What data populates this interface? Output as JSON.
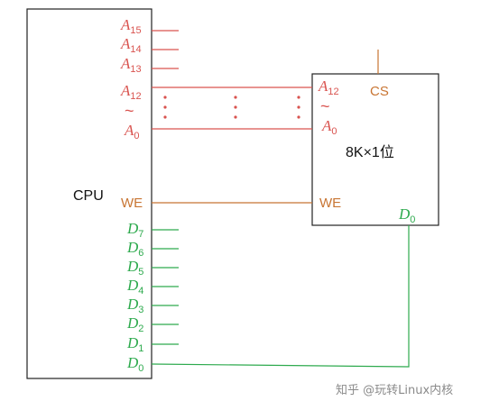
{
  "cpu": {
    "label": "CPU",
    "addr_high": [
      {
        "base": "A",
        "sub": "15"
      },
      {
        "base": "A",
        "sub": "14"
      },
      {
        "base": "A",
        "sub": "13"
      }
    ],
    "addr_range_top": {
      "base": "A",
      "sub": "12"
    },
    "addr_range_tilde": "~",
    "addr_range_bottom": {
      "base": "A",
      "sub": "0"
    },
    "we": "WE",
    "data_pins": [
      {
        "base": "D",
        "sub": "7"
      },
      {
        "base": "D",
        "sub": "6"
      },
      {
        "base": "D",
        "sub": "5"
      },
      {
        "base": "D",
        "sub": "4"
      },
      {
        "base": "D",
        "sub": "3"
      },
      {
        "base": "D",
        "sub": "2"
      },
      {
        "base": "D",
        "sub": "1"
      },
      {
        "base": "D",
        "sub": "0"
      }
    ]
  },
  "memory": {
    "label": "8K×1位",
    "cs": "CS",
    "addr_range_top": {
      "base": "A",
      "sub": "12"
    },
    "addr_range_tilde": "~",
    "addr_range_bottom": {
      "base": "A",
      "sub": "0"
    },
    "we": "WE",
    "data_out": {
      "base": "D",
      "sub": "0"
    }
  },
  "watermark": "知乎 @玩转Linux内核",
  "colors": {
    "address": "#d9534f",
    "control": "#c87533",
    "data": "#2eaa4e",
    "box": "#222222"
  }
}
